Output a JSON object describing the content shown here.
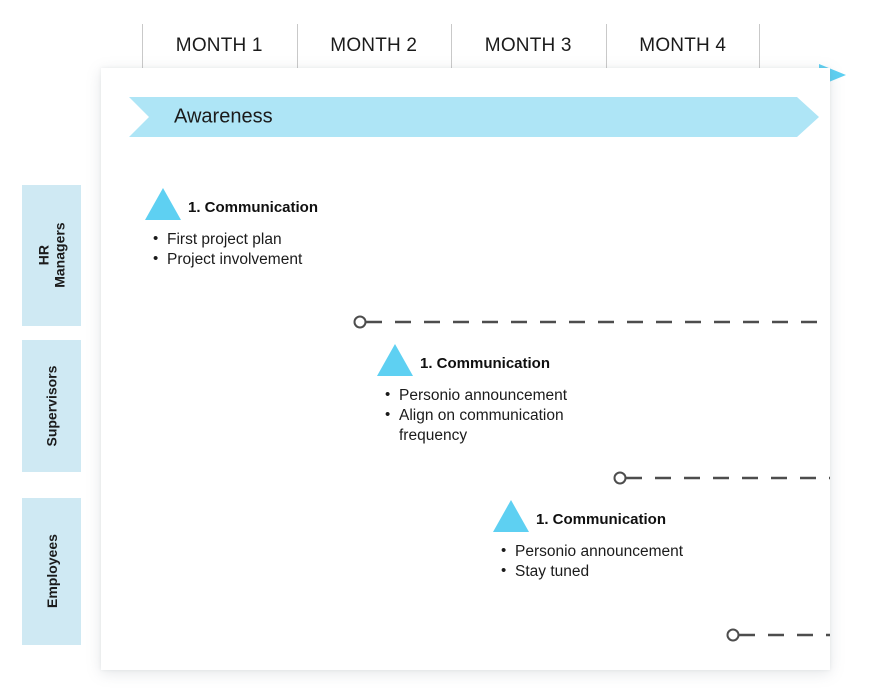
{
  "colors": {
    "accent_cyan": "#5ed0f2",
    "banner_fill": "#aee5f6",
    "lane_fill": "#cfe9f3",
    "connector_gray": "#4d4d4d",
    "divider_gray": "#c9c9c9",
    "panel_bg": "#ffffff",
    "page_bg": "#ffffff"
  },
  "timeline": {
    "months": [
      {
        "label": "MONTH 1"
      },
      {
        "label": "MONTH 2"
      },
      {
        "label": "MONTH 3"
      },
      {
        "label": "MONTH 4"
      }
    ],
    "arrow_icon": "right-arrow-icon"
  },
  "phase": {
    "label": "Awareness",
    "shape": "chevron-banner"
  },
  "lanes": [
    {
      "label": "HR\nManagers",
      "name": "hr-managers"
    },
    {
      "label": "Supervisors",
      "name": "supervisors"
    },
    {
      "label": "Employees",
      "name": "employees"
    }
  ],
  "milestones": [
    {
      "lane": "HR Managers",
      "marker_icon": "triangle-milestone-icon",
      "title": "1. Communication",
      "bullets": [
        "First project plan",
        "Project involvement"
      ],
      "connector": {
        "start_icon": "circle-node-icon",
        "style": "dashed"
      }
    },
    {
      "lane": "Supervisors",
      "marker_icon": "triangle-milestone-icon",
      "title": "1. Communication",
      "bullets": [
        "Personio announcement",
        "Align on communication\nfrequency"
      ],
      "connector": {
        "start_icon": "circle-node-icon",
        "style": "dashed"
      }
    },
    {
      "lane": "Employees",
      "marker_icon": "triangle-milestone-icon",
      "title": "1. Communication",
      "bullets": [
        "Personio announcement",
        "Stay tuned"
      ],
      "connector": {
        "start_icon": "circle-node-icon",
        "style": "dashed"
      }
    }
  ]
}
